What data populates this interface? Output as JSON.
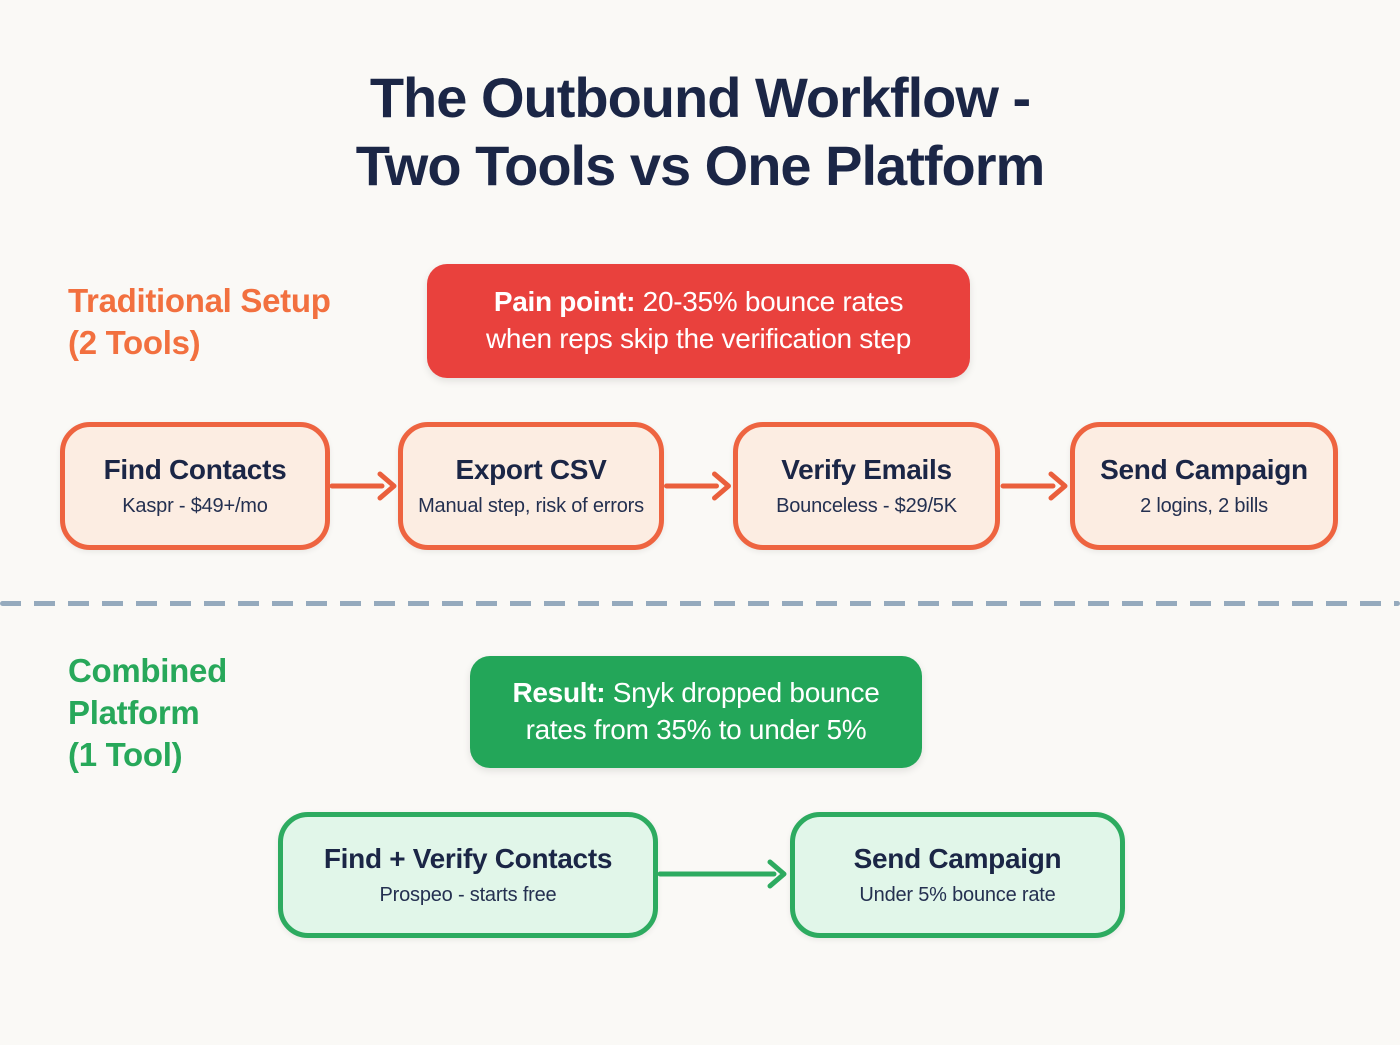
{
  "title": {
    "line1": "The Outbound Workflow -",
    "line2": "Two Tools vs One Platform"
  },
  "colors": {
    "background": "#faf9f6",
    "navy_text": "#1b2646",
    "orange_accent": "#f2703f",
    "orange_border": "#ee6440",
    "orange_fill": "#fcede2",
    "red_callout": "#e9413d",
    "green_accent": "#27a85a",
    "green_callout": "#23a659",
    "green_border": "#2dab60",
    "green_fill": "#e1f6e9",
    "divider_gray": "#95aabd"
  },
  "traditional": {
    "label_line1": "Traditional Setup",
    "label_line2": "(2 Tools)",
    "callout": {
      "lead": "Pain point:",
      "line1_rest": " 20-35% bounce rates",
      "line2": "when reps skip the verification step"
    },
    "steps": [
      {
        "title": "Find Contacts",
        "subtitle": "Kaspr - $49+/mo"
      },
      {
        "title": "Export CSV",
        "subtitle": "Manual step, risk of errors"
      },
      {
        "title": "Verify Emails",
        "subtitle": "Bounceless - $29/5K"
      },
      {
        "title": "Send Campaign",
        "subtitle": "2 logins, 2 bills"
      }
    ]
  },
  "combined": {
    "label_line1": "Combined",
    "label_line2": "Platform",
    "label_line3": "(1 Tool)",
    "callout": {
      "lead": "Result:",
      "line1_rest": " Snyk dropped bounce",
      "line2": "rates from 35% to under 5%"
    },
    "steps": [
      {
        "title": "Find + Verify Contacts",
        "subtitle": "Prospeo - starts free"
      },
      {
        "title": "Send Campaign",
        "subtitle": "Under 5% bounce rate"
      }
    ]
  }
}
